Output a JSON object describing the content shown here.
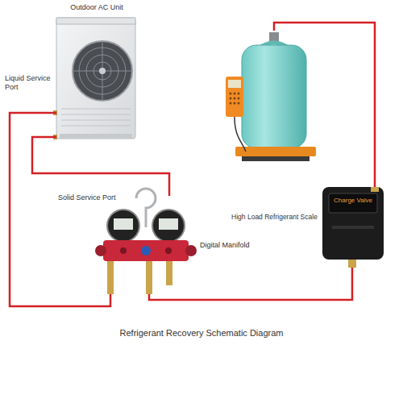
{
  "diagram": {
    "caption": "Refrigerant Recovery Schematic Diagram",
    "nodes": [
      {
        "text": [
          "Outdoor AC Unit"
        ]
      },
      {
        "text": [
          "High Load Refrigerant Scale"
        ]
      },
      {
        "text": [
          "Digital Manifold"
        ]
      },
      {
        "text": [
          "Charge Valve"
        ]
      }
    ],
    "edges": [
      {
        "from": 0,
        "to": 2,
        "arrow": "none"
      },
      {
        "from": 0,
        "to": 2,
        "arrow": "none"
      },
      {
        "from": 2,
        "to": 3,
        "arrow": "none"
      },
      {
        "from": 1,
        "to": 3,
        "arrow": "none"
      }
    ],
    "labels": [
      "Liquid Service Port",
      "Solid Service Port"
    ]
  }
}
